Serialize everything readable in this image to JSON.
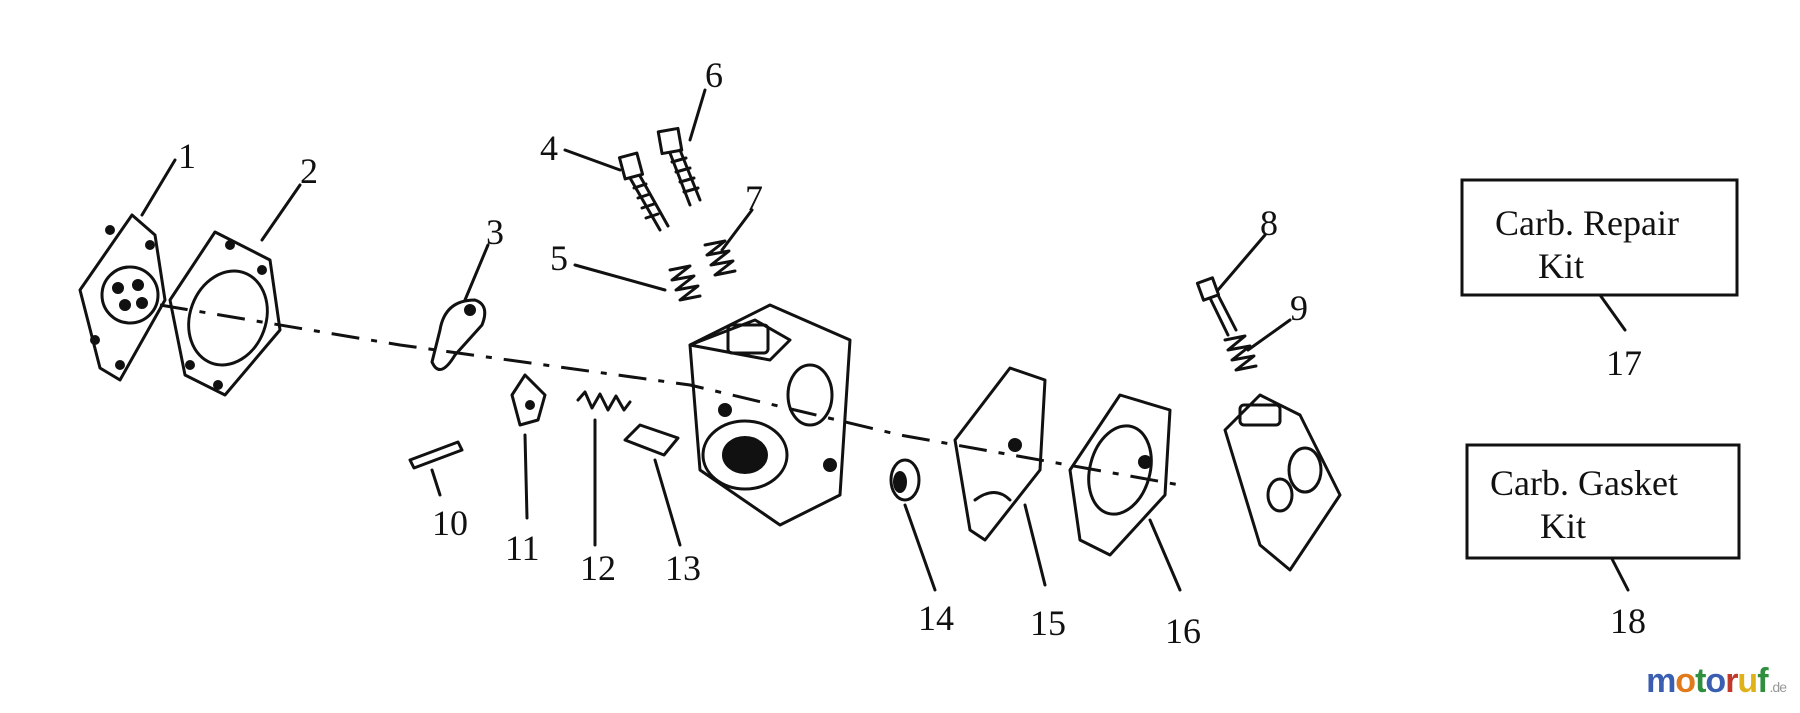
{
  "parts": {
    "labels": [
      "1",
      "2",
      "3",
      "4",
      "5",
      "6",
      "7",
      "8",
      "9",
      "10",
      "11",
      "12",
      "13",
      "14",
      "15",
      "16",
      "17",
      "18"
    ]
  },
  "kits": {
    "repair": {
      "line1": "Carb. Repair",
      "line2": "Kit",
      "number": "17"
    },
    "gasket": {
      "line1": "Carb. Gasket",
      "line2": "Kit",
      "number": "18"
    }
  },
  "watermark": {
    "text": "motoruf",
    "suffix": ".de",
    "letter_colors": [
      "#3b5fb0",
      "#e07a1a",
      "#2f8f3f",
      "#3b5fb0",
      "#c0392b",
      "#e0b21a",
      "#2f8f3f"
    ]
  }
}
